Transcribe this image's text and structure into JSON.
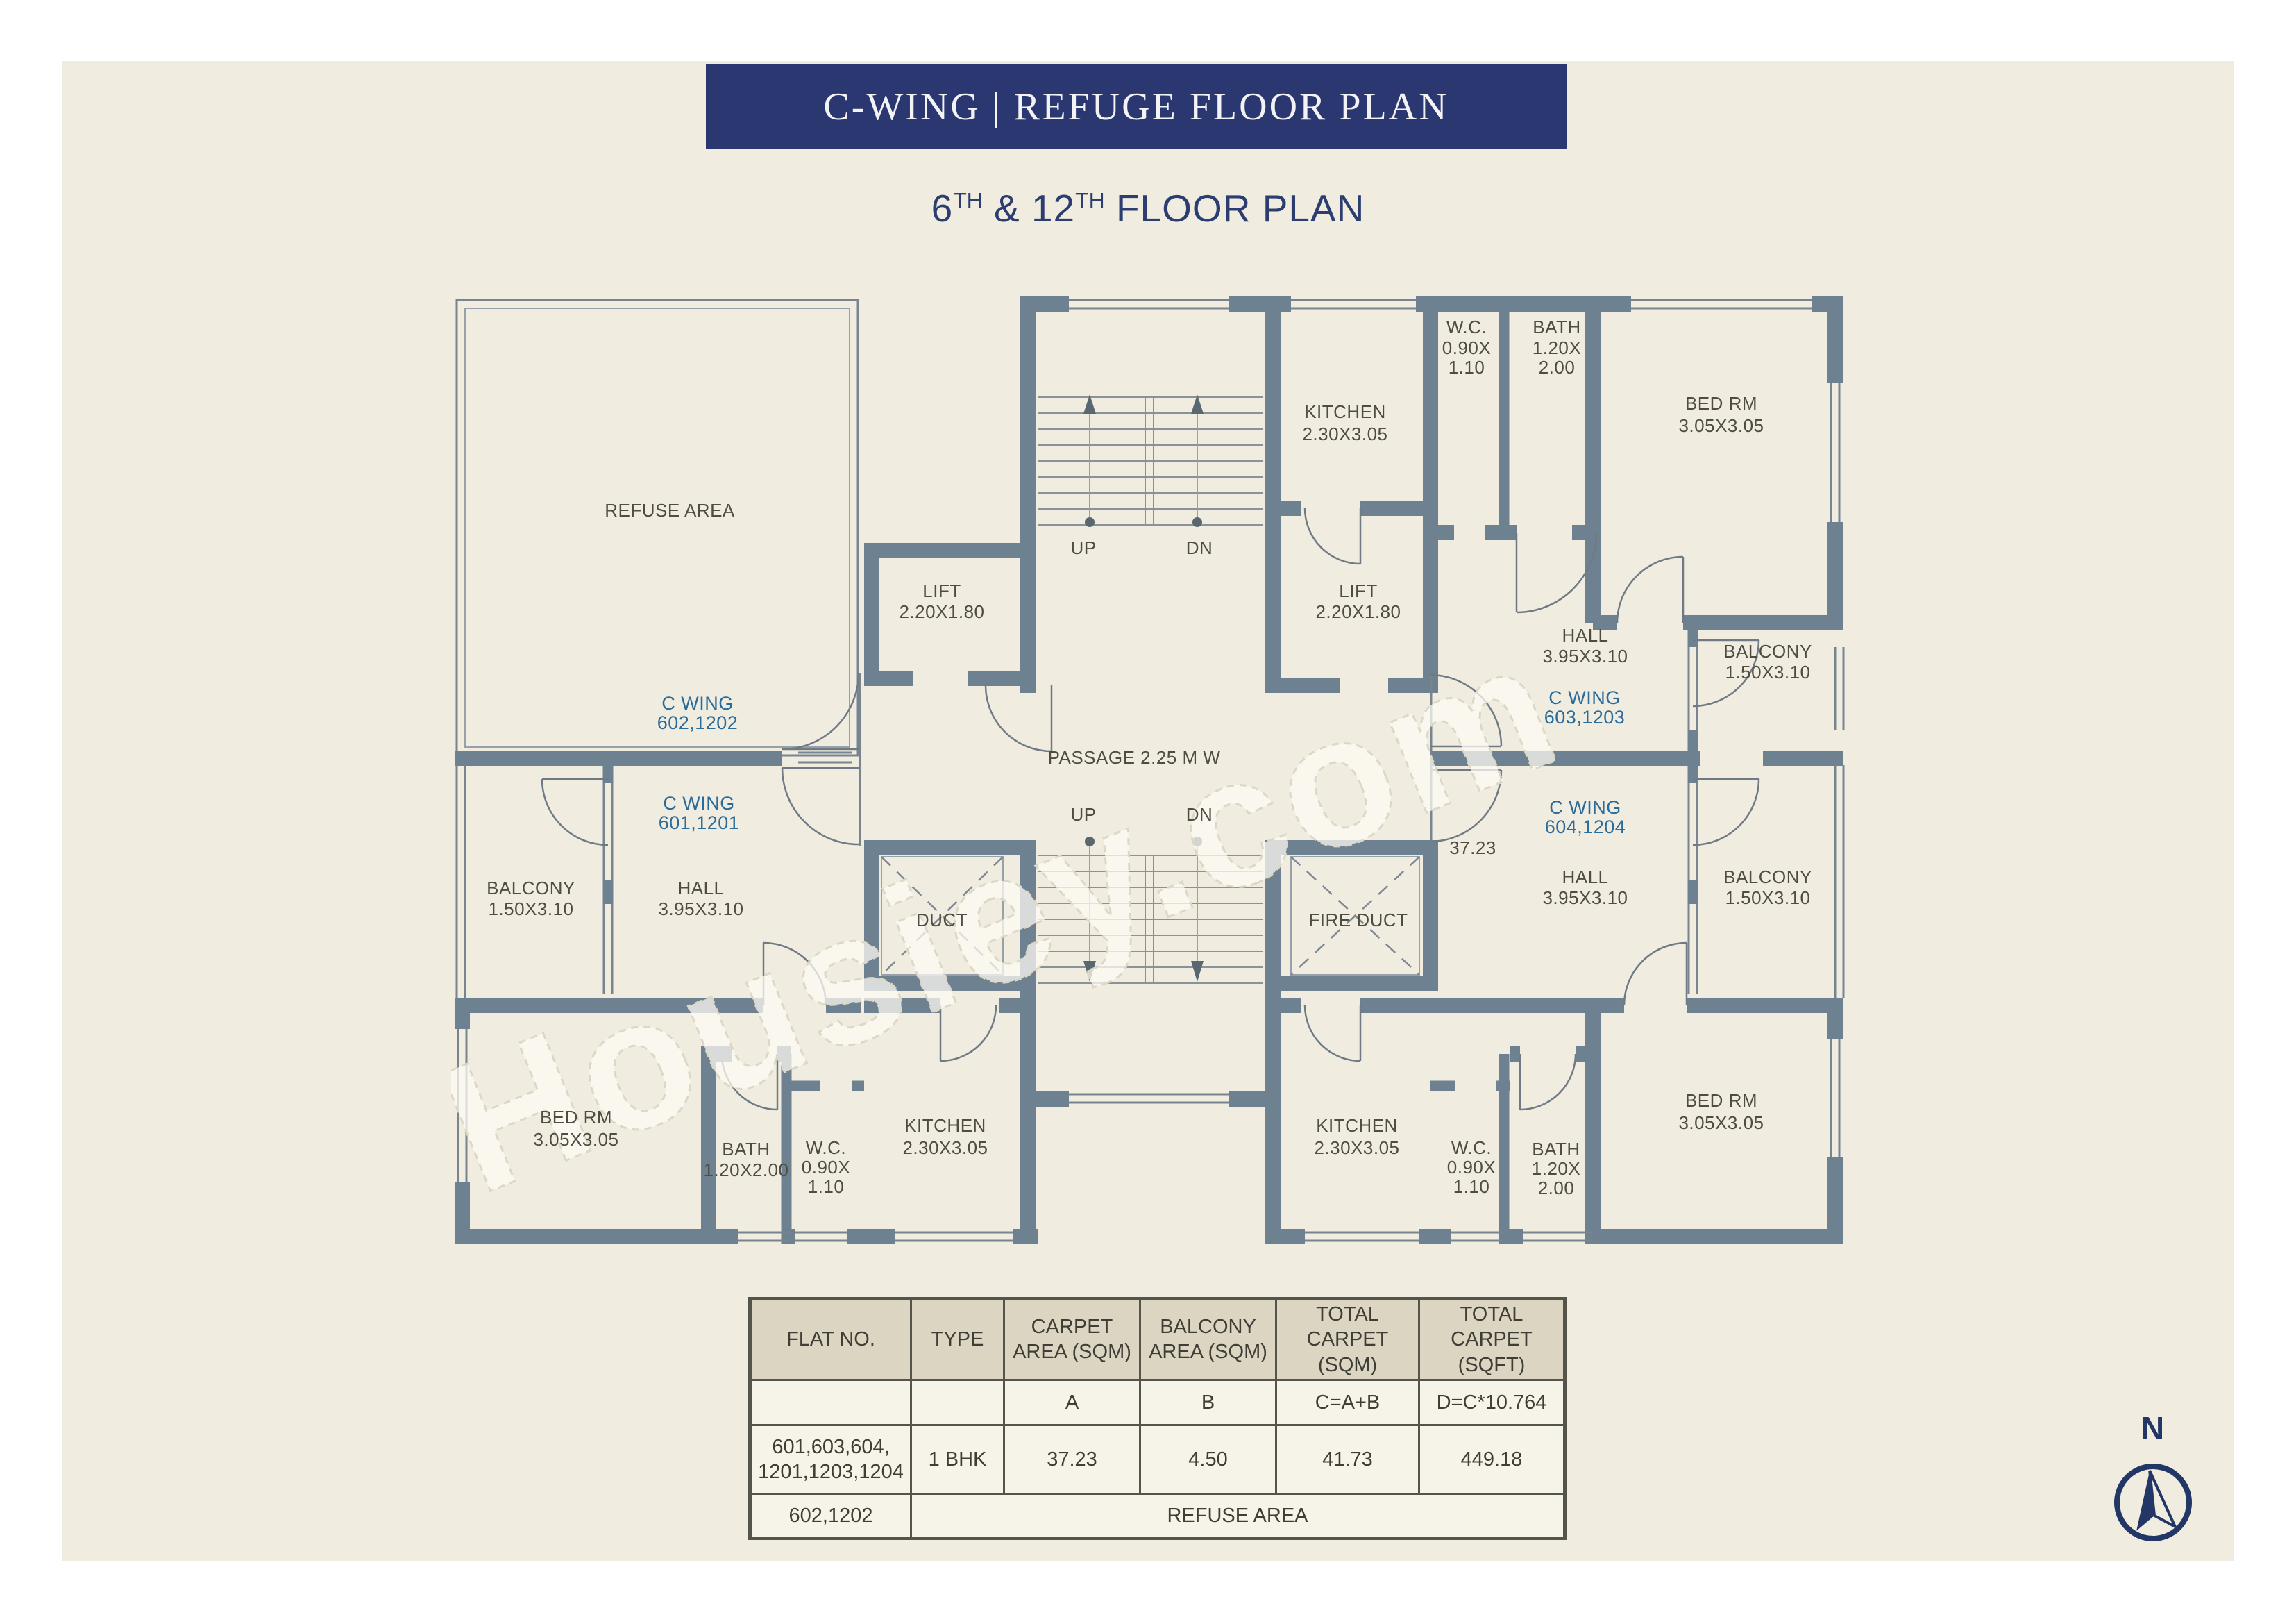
{
  "header": {
    "banner_title": "C-WING | REFUGE FLOOR PLAN"
  },
  "subtitle": {
    "num1": "6",
    "sup1": "TH",
    "mid": " & 12",
    "sup2": "TH",
    "rest": " FLOOR PLAN"
  },
  "plan": {
    "watermark": "Housiey.com",
    "labels": {
      "refuse_area": "REFUSE AREA",
      "lift": "LIFT",
      "lift_dims": "2.20X1.80",
      "kitchen": "KITCHEN",
      "kitchen_dims": "2.30X3.05",
      "wc": "W.C.",
      "wc_dim1": "0.90X",
      "wc_dim2": "1.10",
      "bath": "BATH",
      "bath_dim1": "1.20X",
      "bath_dim2": "2.00",
      "bath_dims_inline": "1.20X2.00",
      "bed": "BED RM",
      "bed_dims": "3.05X3.05",
      "hall": "HALL",
      "hall_dims": "3.95X3.10",
      "balcony": "BALCONY",
      "balcony_dims": "1.50X3.10",
      "passage": "PASSAGE 2.25 M W",
      "up": "UP",
      "dn": "DN",
      "duct": "DUCT",
      "fire_duct": "FIRE DUCT",
      "dim_width": "37.23"
    },
    "units": {
      "w602": {
        "wing": "C WING",
        "flats": "602,1202"
      },
      "w601": {
        "wing": "C WING",
        "flats": "601,1201"
      },
      "w603": {
        "wing": "C WING",
        "flats": "603,1203"
      },
      "w604": {
        "wing": "C WING",
        "flats": "604,1204"
      }
    }
  },
  "table": {
    "headers": [
      {
        "l1": "FLAT NO.",
        "l2": ""
      },
      {
        "l1": "TYPE",
        "l2": ""
      },
      {
        "l1": "CARPET",
        "l2": "AREA (SQM)"
      },
      {
        "l1": "BALCONY",
        "l2": "AREA (SQM)"
      },
      {
        "l1": "TOTAL CARPET",
        "l2": "(SQM)"
      },
      {
        "l1": "TOTAL CARPET",
        "l2": "(SQFT)"
      }
    ],
    "formula_row": {
      "c3": "A",
      "c4": "B",
      "c5": "C=A+B",
      "c6": "D=C*10.764"
    },
    "data_row": {
      "flat_l1": "601,603,604,",
      "flat_l2": "1201,1203,1204",
      "type": "1 BHK",
      "carpet": "37.23",
      "balcony": "4.50",
      "total_sqm": "41.73",
      "total_sqft": "449.18"
    },
    "refuse_row": {
      "flat": "602,1202",
      "label": "REFUSE AREA"
    }
  },
  "compass": {
    "n": "N"
  }
}
